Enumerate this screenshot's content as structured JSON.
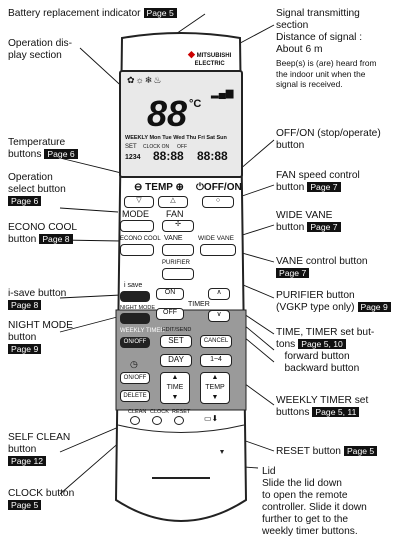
{
  "labels": {
    "battery": {
      "text": "Battery replacement indicator",
      "page": "Page 5"
    },
    "operation_display": {
      "text1": "Operation dis-",
      "text2": "play section"
    },
    "temperature": {
      "text1": "Temperature",
      "text2": "buttons",
      "page": "Page 6"
    },
    "operation_select": {
      "text1": "Operation",
      "text2": "select button",
      "page": "Page 6"
    },
    "econo_cool": {
      "text1": "ECONO COOL",
      "text2": "button",
      "page": "Page 8"
    },
    "isave": {
      "text1": "i-save button",
      "page": "Page 8"
    },
    "night_mode": {
      "text1": "NIGHT MODE",
      "text2": "button",
      "page": "Page 9"
    },
    "self_clean": {
      "text1": "SELF CLEAN",
      "text2": "button",
      "page": "Page 12"
    },
    "clock": {
      "text1": "CLOCK button",
      "page": "Page 5"
    },
    "signal": {
      "text1": "Signal transmitting",
      "text2": "section",
      "text3": "Distance of signal :",
      "text4": "About 6 m",
      "note1": "Beep(s) is (are) heard from",
      "note2": "the indoor unit when the",
      "note3": "signal is received."
    },
    "off_on": {
      "text1": "OFF/ON (stop/operate)",
      "text2": "button"
    },
    "fan_speed": {
      "text1": "FAN speed control",
      "text2": "button",
      "page": "Page 7"
    },
    "wide_vane": {
      "text1": "WIDE VANE",
      "text2": "button",
      "page": "Page 7"
    },
    "vane_control": {
      "text1": "VANE control button",
      "page": "Page 7"
    },
    "purifier": {
      "text1": "PURIFIER button",
      "text2": "(VGKP type only)",
      "page": "Page 9"
    },
    "time_timer": {
      "text1": "TIME, TIMER set but-",
      "text2": "tons",
      "page": "Page 5, 10",
      "text3": "forward button",
      "text4": "backward button"
    },
    "weekly_timer": {
      "text1": "WEEKLY TIMER set",
      "text2": "buttons",
      "page": "Page 5, 11"
    },
    "reset": {
      "text1": "RESET button",
      "page": "Page 5"
    },
    "lid": {
      "text1": "Lid",
      "text2": "Slide the lid down",
      "text3": "to open the remote",
      "text4": "controller. Slide it down",
      "text5": "further to get to the",
      "text6": "weekly timer buttons."
    }
  },
  "remote": {
    "brand1": "MITSUBISHI",
    "brand2": "ELECTRIC",
    "lcd": {
      "temp_display": "88",
      "unit": "°C",
      "weekly": "WEEKLY",
      "days": "Mon Tue Wed Thu Fri Sat Sun",
      "set": "SET",
      "nums": "1234",
      "clock_on": "CLOCK ON",
      "off": "OFF",
      "time1": "88:88",
      "time2": "88:88"
    },
    "temp_label": "TEMP",
    "offon_label": "OFF/ON",
    "mode": "MODE",
    "fan": "FAN",
    "econo_cool": "ECONO COOL",
    "vane": "VANE",
    "wide_vane": "WIDE VANE",
    "purifier": "PURIFIER",
    "isave": "i save",
    "night_mode": "NIGHT MODE",
    "on": "ON",
    "off": "OFF",
    "timer": "TIMER",
    "weekly_timer": "WEEKLY TIMER",
    "onoff": "ON/OFF",
    "edit_send": "EDIT/SEND",
    "set": "SET",
    "cancel": "CANCEL",
    "day": "DAY",
    "one_four": "1~4",
    "delete": "DELETE",
    "time": "TIME",
    "temp": "TEMP",
    "clean": "CLEAN",
    "clock": "CLOCK",
    "reset": "RESET"
  }
}
